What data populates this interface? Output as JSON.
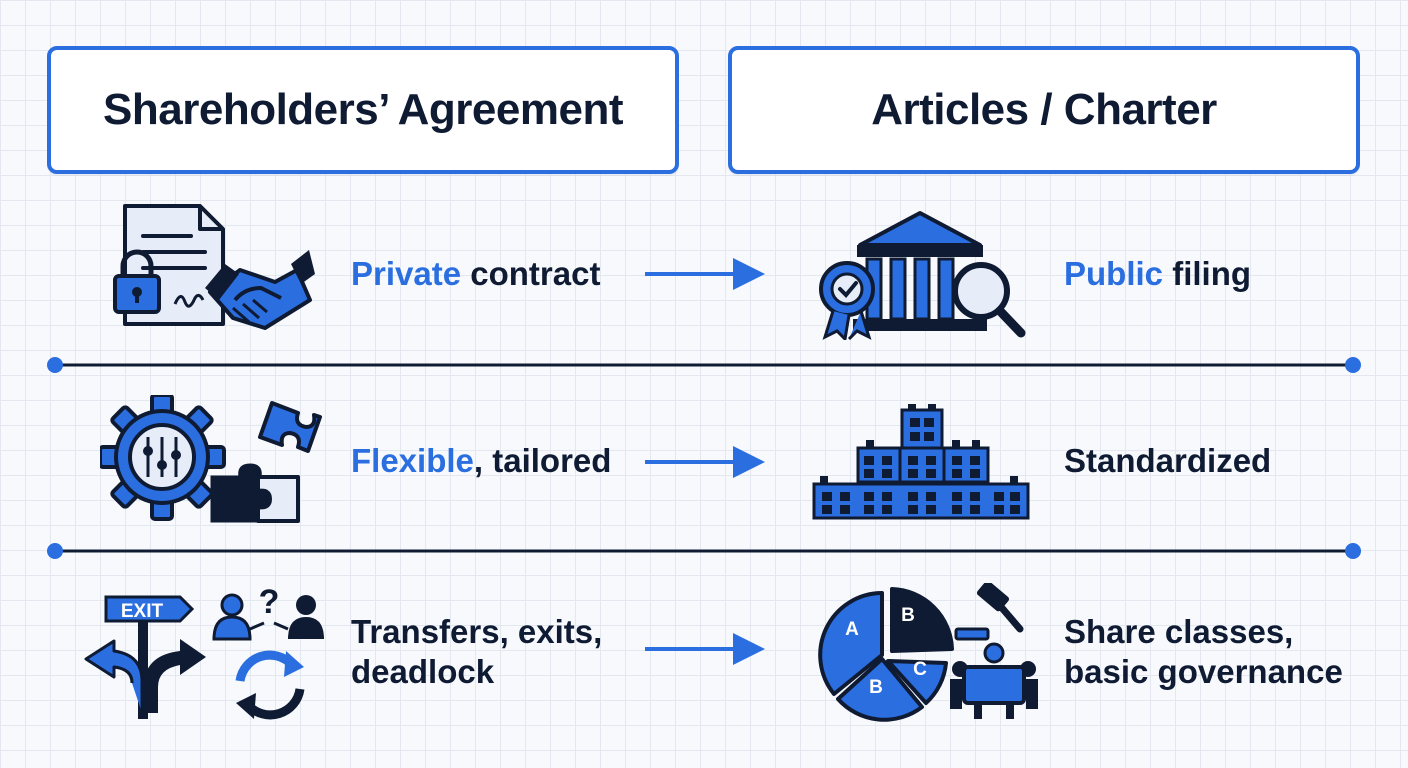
{
  "headers": {
    "left": "Shareholders’ Agreement",
    "right": "Articles / Charter"
  },
  "rows": [
    {
      "left": {
        "highlight": "Private",
        "rest": " contract"
      },
      "right": {
        "highlight": "Public",
        "rest": " filing"
      }
    },
    {
      "left": {
        "highlight": "Flexible",
        "rest": ", tailored"
      },
      "right": {
        "highlight": "",
        "rest": "Standardized"
      }
    },
    {
      "left": {
        "line1": "Transfers, exits,",
        "line2": "deadlock"
      },
      "right": {
        "line1": "Share classes,",
        "line2": "basic governance"
      }
    }
  ],
  "icon_text": {
    "exit_sign": "EXIT",
    "question": "?",
    "pie_a": "A",
    "pie_b_top": "B",
    "pie_c": "C",
    "pie_b_bottom": "B"
  },
  "colors": {
    "accent": "#2a6ee0",
    "navy": "#0f1a33",
    "light": "#e6edf9"
  }
}
